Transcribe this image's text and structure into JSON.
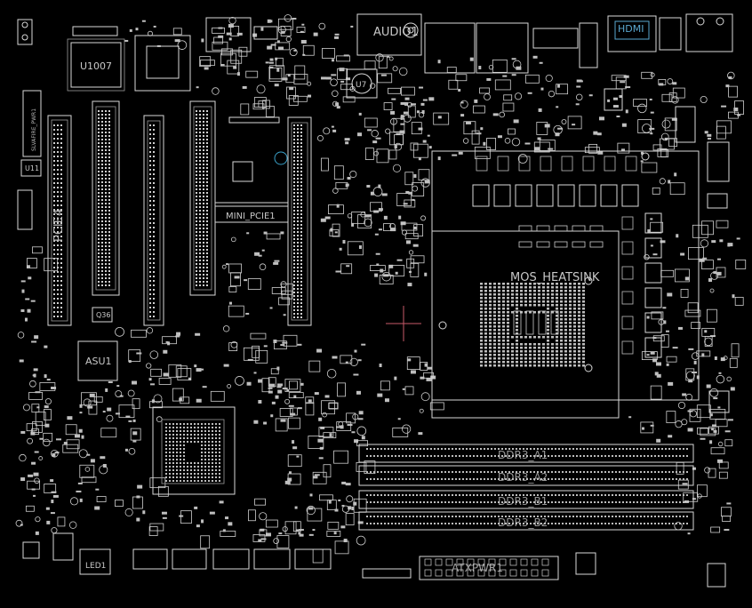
{
  "labels": {
    "u1007": "U1007",
    "asu1": "ASU1",
    "u11": "U11",
    "q36": "Q36",
    "u7": "U7",
    "led1": "LED1",
    "audio1": "AUDIO1",
    "hdmi": "HDMI",
    "pcie4": "PCIE4",
    "mini_pcie1": "MINI_PCIE1",
    "mos_heatsink": "MOS_HEATSINK",
    "ddr3_a1": "DDR3_A1",
    "ddr3_a2": "DDR3_A2",
    "ddr3_b1": "DDR3_B1",
    "ddr3_b2": "DDR3_B2",
    "atxpwr1": "ATXPWR1",
    "eatx12v": "SLVAFIRE_PWR1"
  },
  "colors": {
    "background": "#000000",
    "silkscreen": "#d8d8d8",
    "crosshair": "#c85a6a",
    "hdmi_accent": "#5aa8d0",
    "via_ring": "#3aa0c8"
  }
}
